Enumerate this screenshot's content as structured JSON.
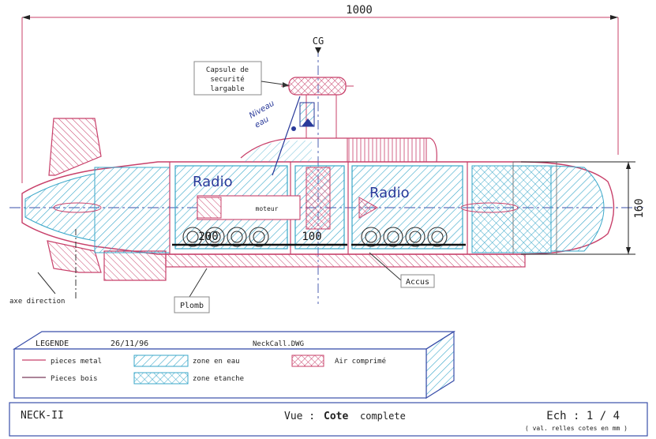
{
  "drawing": {
    "overall_length": "1000",
    "height_dim": "160",
    "cg_label": "CG",
    "capsule_label": [
      "Capsule de",
      "securité",
      "largable"
    ],
    "handwritten_note": [
      "Niveau",
      "eau"
    ],
    "radio_front": "Radio",
    "radio_rear": "Radio",
    "motor_label": "moteur",
    "dim_200": "200",
    "dim_100": "100",
    "accus_label": "Accus",
    "plomb_label": "Plomb",
    "axe_label": "axe direction"
  },
  "legend": {
    "title": "LEGENDE",
    "date": "26/11/96",
    "file": "NeckCall.DWG",
    "items": {
      "metal": "pieces metal",
      "bois": "Pieces bois",
      "zone_eau": "zone en eau",
      "zone_etanche": "zone etanche",
      "air": "Air comprimé"
    }
  },
  "title_block": {
    "name": "NECK-II",
    "view_prefix": "Vue :",
    "view_bold": "Cote",
    "view_suffix": "complete",
    "scale_label": "Ech : 1 / 4",
    "scale_note": "( val. relles cotes en mm )"
  },
  "colors": {
    "hull": "#c8406a",
    "water": "#3aa7c9",
    "dim": "#222222",
    "note": "#2a3a9a"
  }
}
